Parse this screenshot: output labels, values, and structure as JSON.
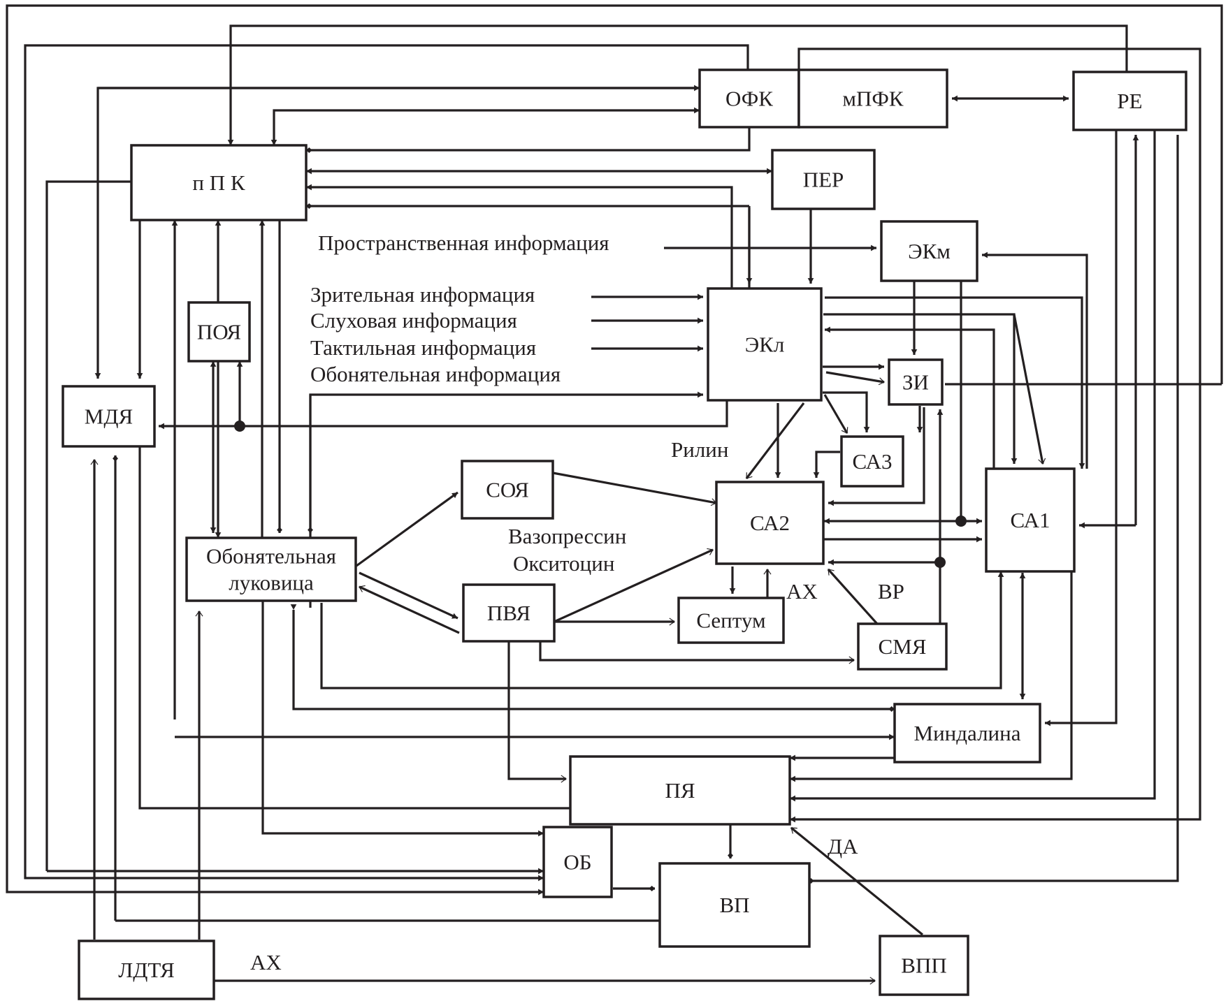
{
  "colors": {
    "ink": "#231f20",
    "background": "#ffffff"
  },
  "nodes": {
    "ofk": "ОФК",
    "mpfk": "мПФК",
    "re": "РЕ",
    "ppk": "п П К",
    "per": "ПЕР",
    "ekm": "ЭКм",
    "ekl": "ЭКл",
    "zi": "ЗИ",
    "poya": "ПОЯ",
    "mdya": "МДЯ",
    "ca3": "СА3",
    "ca2": "СА2",
    "ca1": "СА1",
    "soya": "СОЯ",
    "obl_line1": "Обонятельная",
    "obl_line2": "луковица",
    "pvya": "ПВЯ",
    "septum": "Септум",
    "smya": "СМЯ",
    "mindalina": "Миндалина",
    "pya": "ПЯ",
    "ob": "ОБ",
    "vp": "ВП",
    "ldtya": "ЛДТЯ",
    "vpp": "ВПП"
  },
  "inputs": {
    "spatial": "Пространственная информация",
    "visual": "Зрительная информация",
    "auditory": "Слуховая информация",
    "tactile": "Тактильная информация",
    "olfactory": "Обонятельная  информация"
  },
  "edge_labels": {
    "reelin": "Рилин",
    "vasopressin": "Вазопрессин",
    "oxytocin": "Окситоцин",
    "ach_septum": "АХ",
    "vp_smya": "ВР",
    "da": "ДА",
    "ach_ldtya": "АХ"
  }
}
